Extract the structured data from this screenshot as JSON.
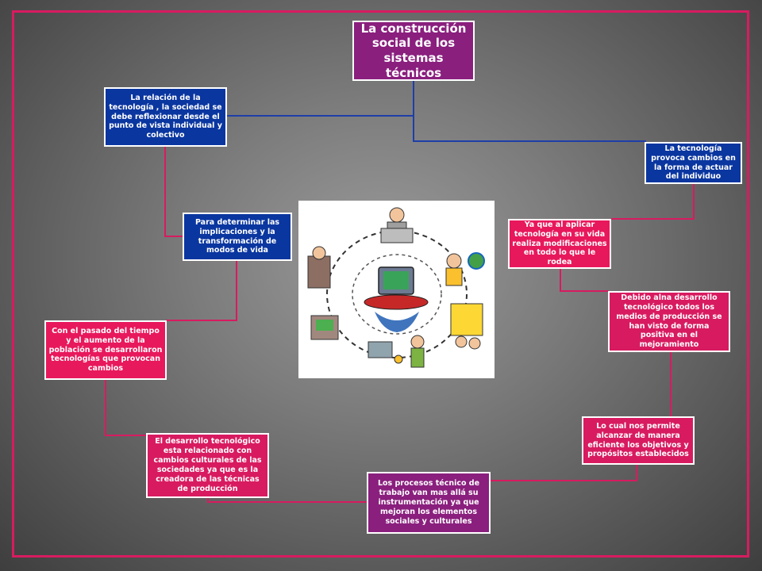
{
  "colors": {
    "frame": "#d81b60",
    "blue": "#0a36a0",
    "pink": "#e8185c",
    "purple": "#8a1f7e",
    "line_blue": "#1e3ea8",
    "line_pink": "#d81b60"
  },
  "nodes": {
    "title": "La construcción social de los sistemas técnicos",
    "relacion": "La relación de la tecnología , la sociedad se debe reflexionar desde el punto de vista individual y colectivo",
    "provoca": "La tecnología provoca cambios en la forma de actuar del individuo",
    "determinar": "Para determinar las implicaciones y la transformación de modos de vida",
    "aplicar": "Ya que al aplicar tecnología en su vida realiza modificaciones en todo lo que le rodea",
    "pasado": "Con el pasado del tiempo y el aumento de la población se desarrollaron tecnologías que provocan cambios",
    "desarrollo": "Debido alna desarrollo tecnológico todos los medios de producción se han visto de forma positiva en el mejoramiento",
    "relacionado": "El desarrollo tecnológico esta relacionado con cambios culturales de las sociedades ya que es la creadora de las técnicas de producción",
    "permite": "Lo cual nos permite alcanzar de manera eficiente los objetivos y propósitos establecidos",
    "procesos": "Los procesos técnico de trabajo van mas allá su instrumentación ya que mejoran los elementos sociales y culturales"
  },
  "illustration": {
    "icon": "technology-cycle-clipart"
  }
}
